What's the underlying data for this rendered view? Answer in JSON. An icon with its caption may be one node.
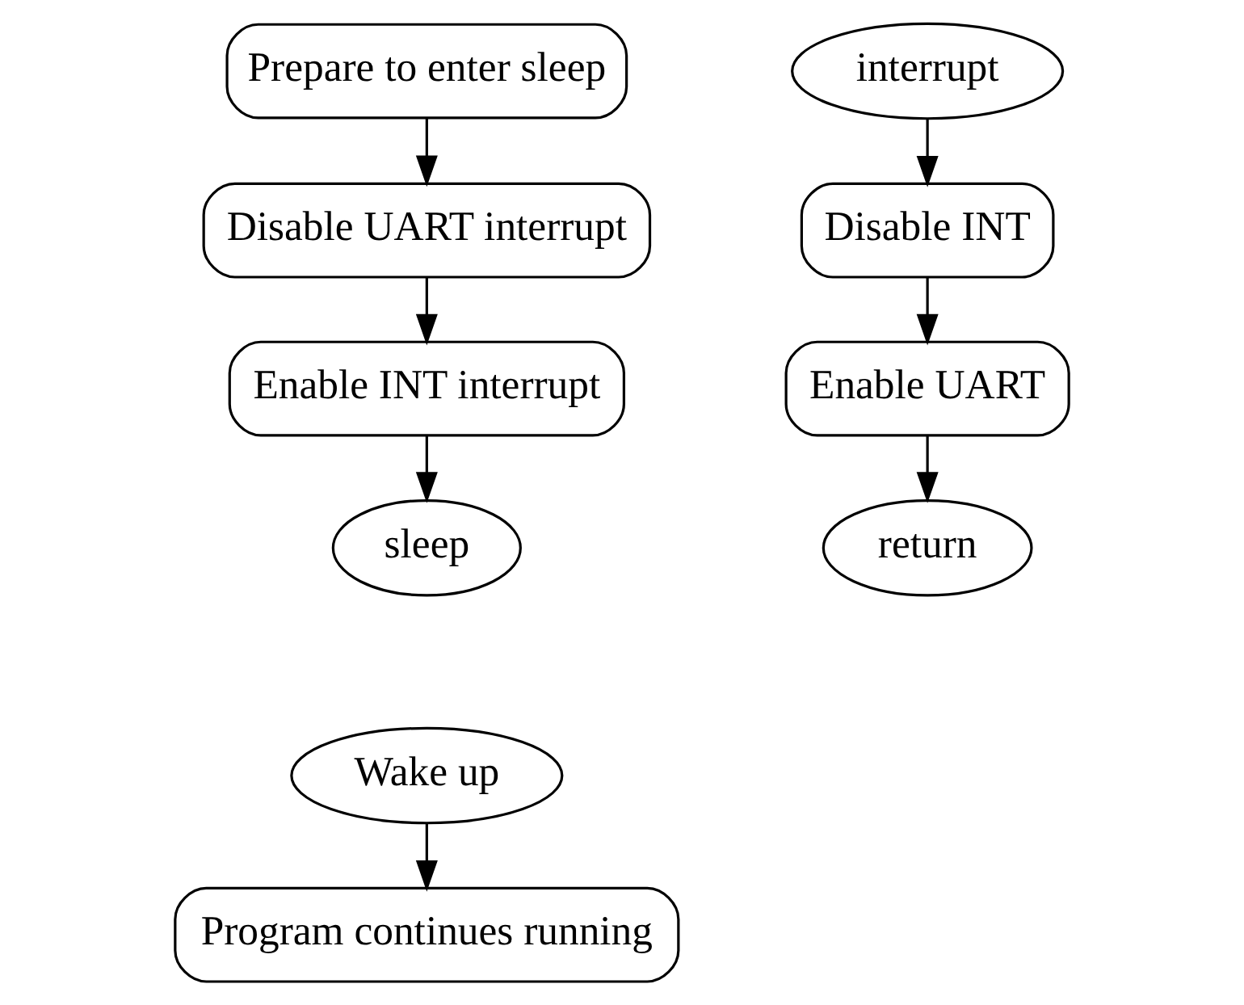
{
  "diagram": {
    "nodes": [
      {
        "text": [
          "Prepare to enter sleep"
        ]
      },
      {
        "text": [
          "Disable UART interrupt"
        ]
      },
      {
        "text": [
          "Enable INT interrupt"
        ]
      },
      {
        "text": [
          "sleep"
        ]
      },
      {
        "text": [
          "Wake up"
        ]
      },
      {
        "text": [
          "Program continues running"
        ]
      },
      {
        "text": [
          "interrupt"
        ]
      },
      {
        "text": [
          "Disable INT"
        ]
      },
      {
        "text": [
          "Enable UART"
        ]
      },
      {
        "text": [
          "return"
        ]
      }
    ],
    "edges": [
      {
        "from": 0,
        "to": 1,
        "arrow": "to"
      },
      {
        "from": 1,
        "to": 2,
        "arrow": "to"
      },
      {
        "from": 2,
        "to": 3,
        "arrow": "to"
      },
      {
        "from": 4,
        "to": 5,
        "arrow": "to"
      },
      {
        "from": 6,
        "to": 7,
        "arrow": "to"
      },
      {
        "from": 7,
        "to": 8,
        "arrow": "to"
      },
      {
        "from": 8,
        "to": 9,
        "arrow": "to"
      }
    ]
  }
}
